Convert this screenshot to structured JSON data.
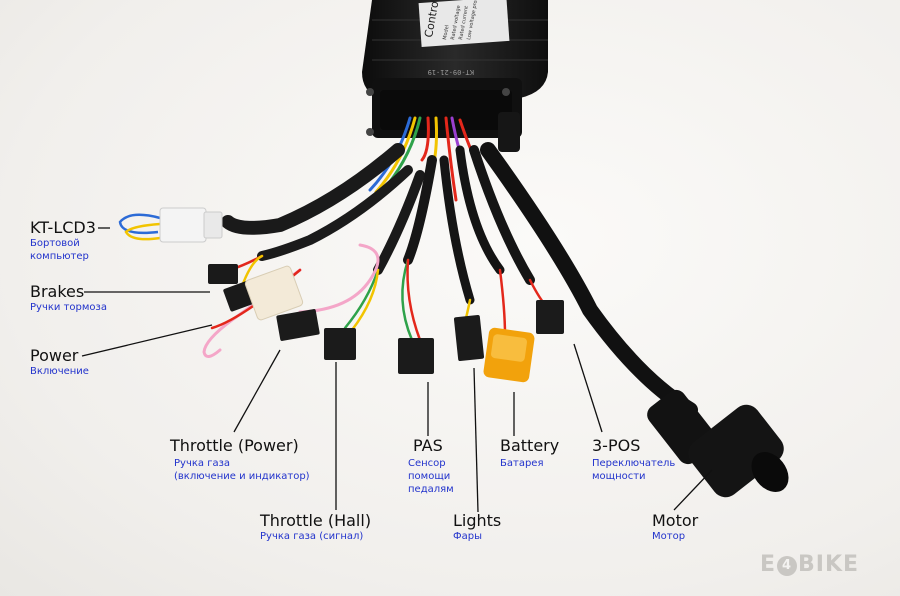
{
  "connectors": [
    {
      "id": "kt-lcd3",
      "name": "KT-LCD3",
      "subtitle": [
        "Бортовой",
        "компьютер"
      ]
    },
    {
      "id": "brakes",
      "name": "Brakes",
      "subtitle": [
        "Ручки тормоза"
      ]
    },
    {
      "id": "power",
      "name": "Power",
      "subtitle": [
        "Включение"
      ]
    },
    {
      "id": "throttle-power",
      "name": "Throttle (Power)",
      "subtitle": [
        "Ручка газа",
        "(включение и индикатор)"
      ]
    },
    {
      "id": "throttle-hall",
      "name": "Throttle (Hall)",
      "subtitle": [
        "Ручка газа (сигнал)"
      ]
    },
    {
      "id": "pas",
      "name": "PAS",
      "subtitle": [
        "Сенсор",
        "помощи",
        "педалям"
      ]
    },
    {
      "id": "lights",
      "name": "Lights",
      "subtitle": [
        "Фары"
      ]
    },
    {
      "id": "battery",
      "name": "Battery",
      "subtitle": [
        "Батарея"
      ]
    },
    {
      "id": "3-pos",
      "name": "3-POS",
      "subtitle": [
        "Переключатель",
        "мощности"
      ]
    },
    {
      "id": "motor",
      "name": "Motor",
      "subtitle": [
        "Мотор"
      ]
    }
  ],
  "controller_label": "Controller",
  "controller_spec_lines": [
    "Model",
    "Rated voltage",
    "Rated current",
    "Low voltage protection"
  ],
  "controller_stamp": "KT-09-21-19",
  "watermark": {
    "left": "E",
    "badge": "4",
    "right": "BIKE"
  },
  "colors": {
    "background": "#f4f3f1",
    "controller_body": "#151515",
    "cable": "#1a1a1a",
    "battery_connector": "#f2a20c",
    "sublabel_text": "#2233cc",
    "label_text": "#111111",
    "leader_line": "#111111"
  }
}
